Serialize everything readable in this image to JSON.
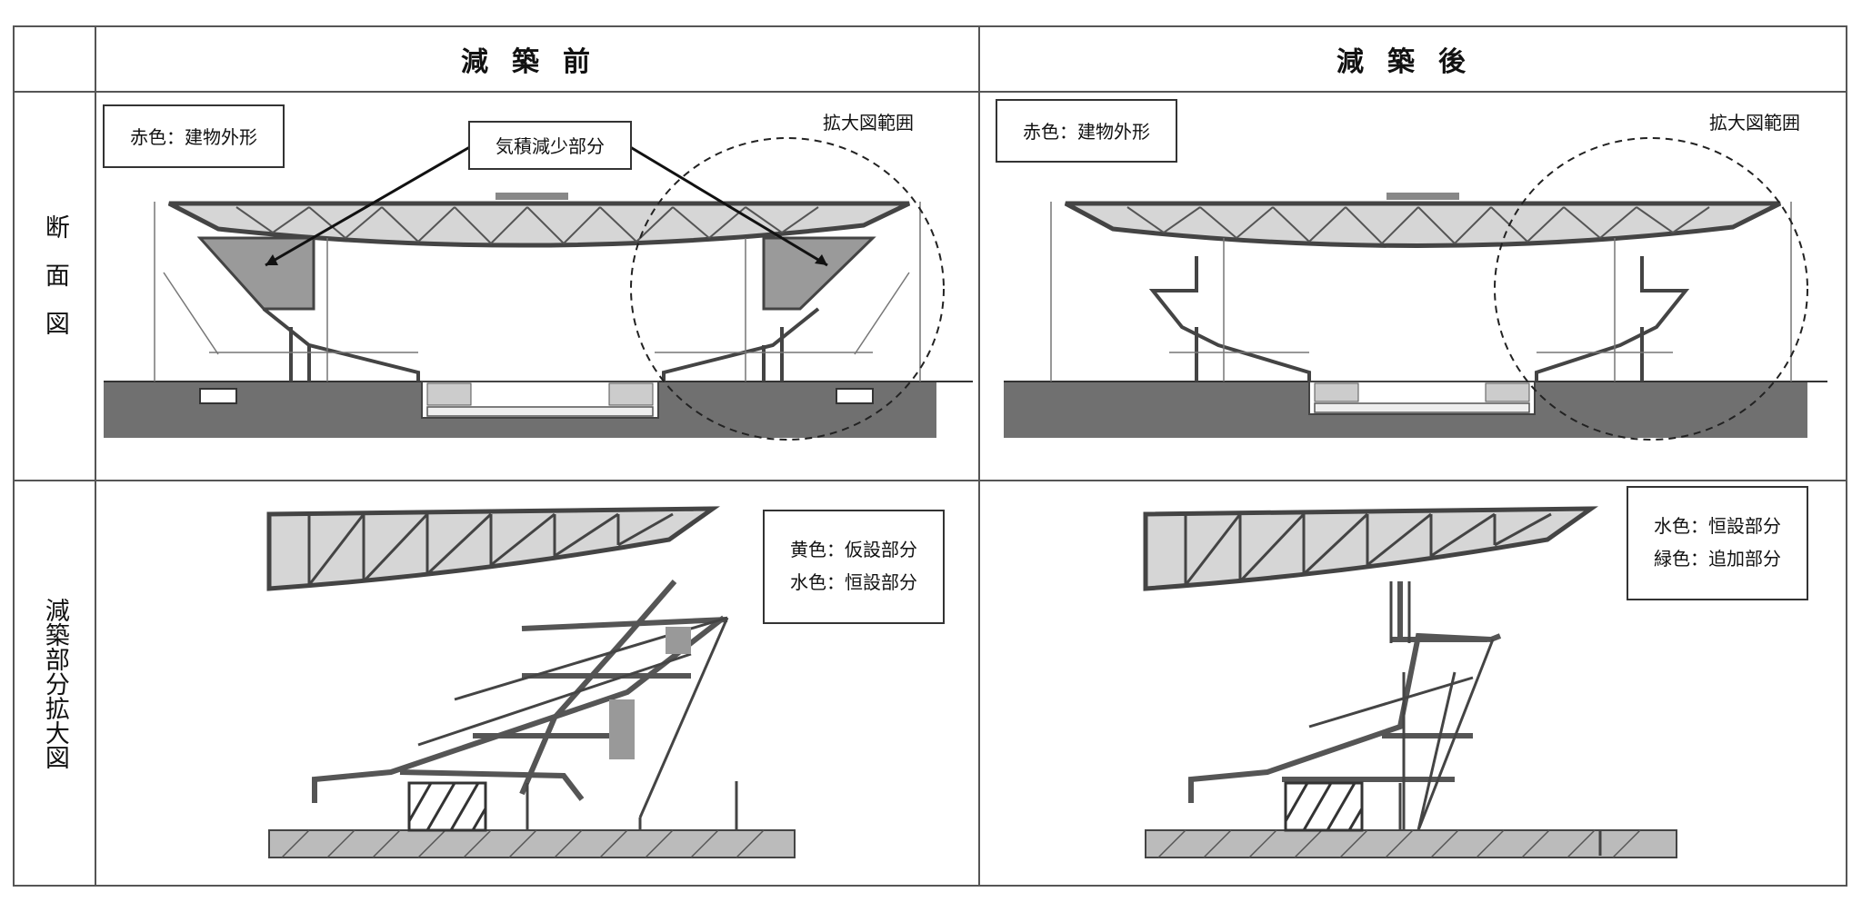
{
  "columns": {
    "before": "減築前",
    "after": "減築後"
  },
  "rows": {
    "section": "断面図",
    "enlarged": "減築部分拡大図"
  },
  "before_section": {
    "legend": "赤色：建物外形",
    "callout": "気積減少部分",
    "zoom_range": "拡大図範囲"
  },
  "after_section": {
    "legend": "赤色：建物外形",
    "zoom_range": "拡大図範囲"
  },
  "before_detail": {
    "legend_line1": "黄色：仮設部分",
    "legend_line2": "水色：恒設部分"
  },
  "after_detail": {
    "legend_line1": "水色：恒設部分",
    "legend_line2": "緑色：追加部分"
  },
  "colors": {
    "ground": "#707070",
    "roof_fill": "#d6d6d6",
    "structure": "#4a4a4a",
    "reduced_volume": "#9a9a9a"
  }
}
